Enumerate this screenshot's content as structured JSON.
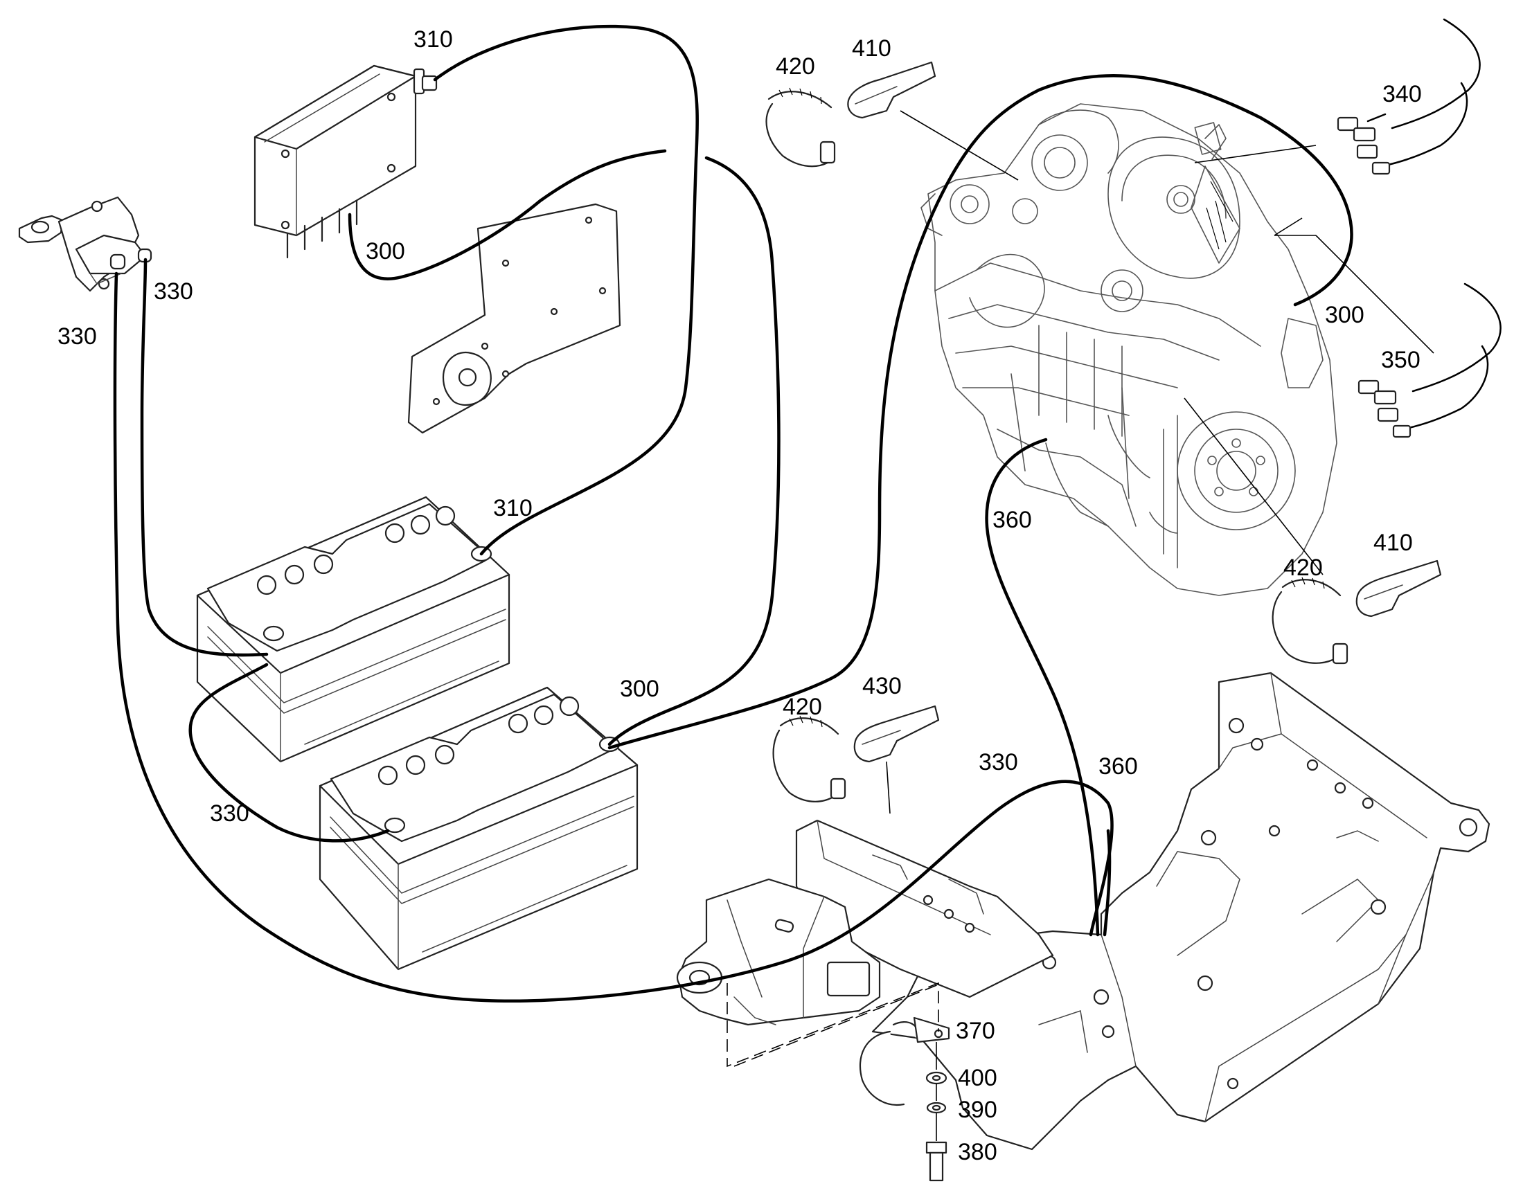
{
  "callouts": {
    "c310_relay": "310",
    "c300_relay": "300",
    "c330_switch_right": "330",
    "c330_switch_left": "330",
    "c420_top": "420",
    "c410_top": "410",
    "c340": "340",
    "c300_engine": "300",
    "c350": "350",
    "c360_engine": "360",
    "c410_right": "410",
    "c420_right": "420",
    "c310_battery": "310",
    "c300_battery": "300",
    "c420_mid": "420",
    "c430": "430",
    "c330_mid": "330",
    "c360_mid": "360",
    "c330_battery": "330",
    "c370": "370",
    "c400": "400",
    "c390": "390",
    "c380": "380"
  }
}
